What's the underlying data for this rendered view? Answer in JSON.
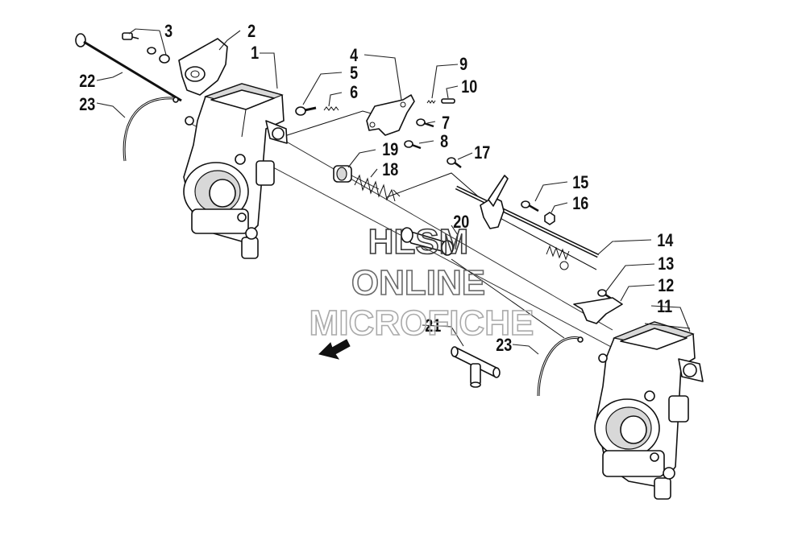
{
  "callouts": [
    {
      "id": "1",
      "label": "1"
    },
    {
      "id": "2",
      "label": "2"
    },
    {
      "id": "3",
      "label": "3"
    },
    {
      "id": "4",
      "label": "4"
    },
    {
      "id": "5",
      "label": "5"
    },
    {
      "id": "6",
      "label": "6"
    },
    {
      "id": "7",
      "label": "7"
    },
    {
      "id": "8",
      "label": "8"
    },
    {
      "id": "9",
      "label": "9"
    },
    {
      "id": "10",
      "label": "10"
    },
    {
      "id": "11",
      "label": "11"
    },
    {
      "id": "12",
      "label": "12"
    },
    {
      "id": "13",
      "label": "13"
    },
    {
      "id": "14",
      "label": "14"
    },
    {
      "id": "15",
      "label": "15"
    },
    {
      "id": "16",
      "label": "16"
    },
    {
      "id": "17",
      "label": "17"
    },
    {
      "id": "18",
      "label": "18"
    },
    {
      "id": "19",
      "label": "19"
    },
    {
      "id": "20",
      "label": "20"
    },
    {
      "id": "21",
      "label": "21"
    },
    {
      "id": "22",
      "label": "22"
    },
    {
      "id": "23a",
      "label": "23"
    },
    {
      "id": "23b",
      "label": "23"
    }
  ],
  "watermark": {
    "line1": "HLSM",
    "line2": "ONLINE",
    "line3": "MICROFICHE",
    "colors": {
      "line1": "#3a3a3a",
      "line2": "#6a6a6a",
      "line3": "#aaaaaa"
    }
  }
}
